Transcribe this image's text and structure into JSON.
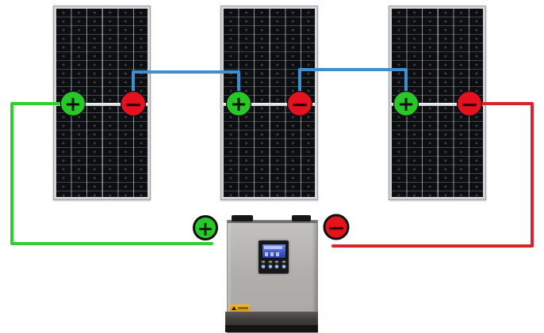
{
  "diagram": {
    "description": "Three solar panels connected in series feeding a solar inverter"
  },
  "symbols": {
    "positive": "+",
    "negative": "−"
  },
  "colors": {
    "background": "#ffffff",
    "panel_frame": "#d2d4d6",
    "panel_cell": "#0d0e11",
    "wire_series": "#3e8fd0",
    "wire_positive": "#32cd32",
    "wire_negative": "#d7232e",
    "terminal_positive": "#28c828",
    "terminal_negative": "#e6111f",
    "marker_ring": "#101010",
    "inverter_body": "#b2b0ad",
    "inverter_base": "#3e3b38",
    "lcd_screen": "#4664d8",
    "warning_label": "#f0a714"
  },
  "panels": [
    {
      "id": "panel-1",
      "terminals": [
        {
          "polarity": "positive",
          "symbol": "+"
        },
        {
          "polarity": "negative",
          "symbol": "−"
        }
      ]
    },
    {
      "id": "panel-2",
      "terminals": [
        {
          "polarity": "positive",
          "symbol": "+"
        },
        {
          "polarity": "negative",
          "symbol": "−"
        }
      ]
    },
    {
      "id": "panel-3",
      "terminals": [
        {
          "polarity": "positive",
          "symbol": "+"
        },
        {
          "polarity": "negative",
          "symbol": "−"
        }
      ]
    }
  ],
  "inverter": {
    "markers": [
      {
        "polarity": "positive",
        "symbol": "+"
      },
      {
        "polarity": "negative",
        "symbol": "−"
      }
    ]
  },
  "wires": [
    {
      "name": "series-link-1",
      "color": "#3e8fd0",
      "from": "panel-1-negative",
      "to": "panel-2-positive"
    },
    {
      "name": "series-link-2",
      "color": "#3e8fd0",
      "from": "panel-2-negative",
      "to": "panel-3-positive"
    },
    {
      "name": "pv-positive-lead",
      "color": "#32cd32",
      "from": "panel-1-positive",
      "to": "inverter-positive-input"
    },
    {
      "name": "pv-negative-lead",
      "color": "#d7232e",
      "from": "panel-3-negative",
      "to": "inverter-negative-input"
    }
  ]
}
